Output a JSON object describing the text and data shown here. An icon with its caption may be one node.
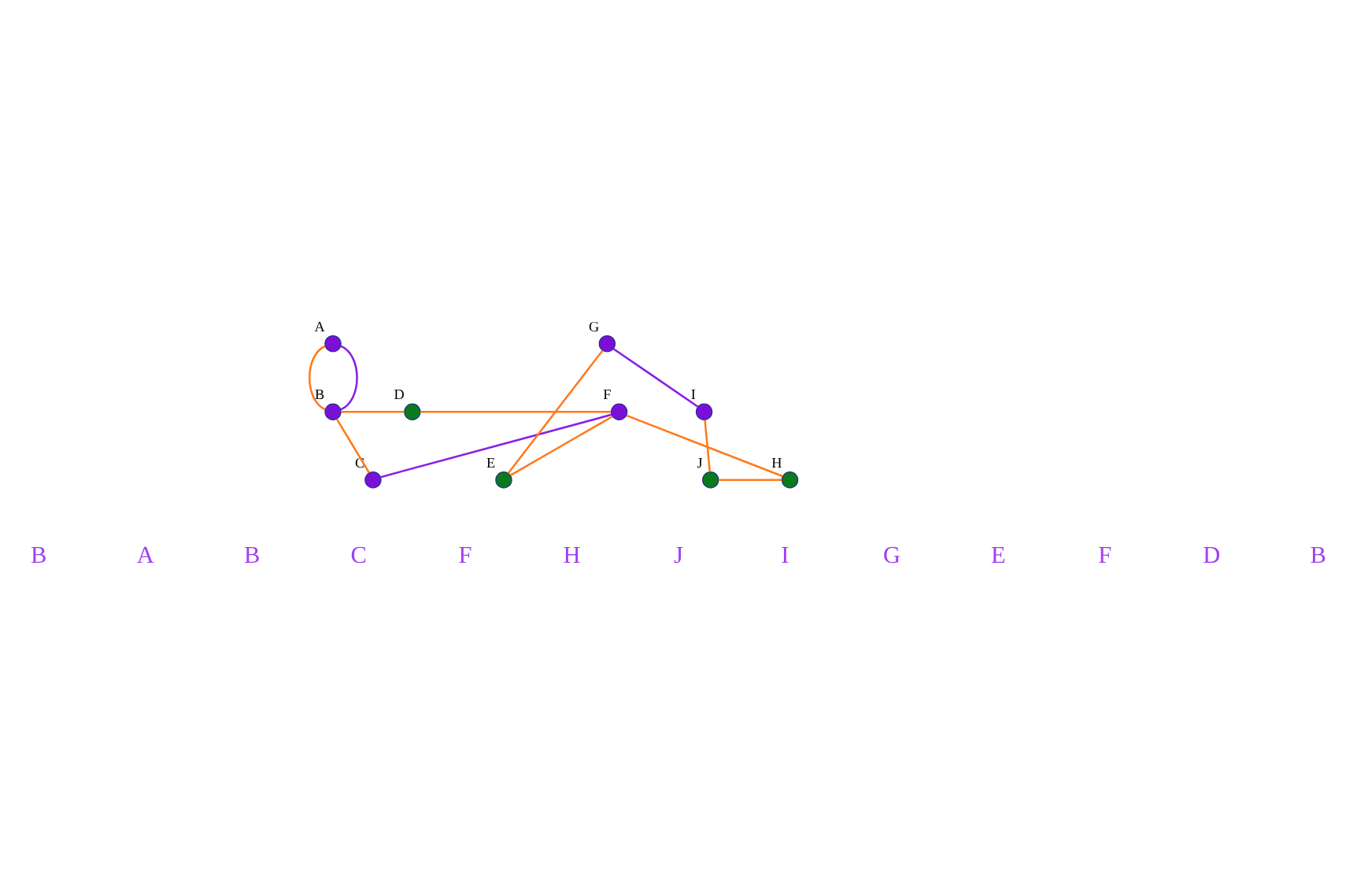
{
  "diagram": {
    "nodes": [
      {
        "text": [],
        "shape": "circle",
        "beside": [
          "A"
        ]
      },
      {
        "text": [],
        "shape": "circle",
        "beside": [
          "B"
        ]
      },
      {
        "text": [],
        "shape": "circle",
        "beside": [
          "C"
        ]
      },
      {
        "text": [],
        "shape": "circle",
        "beside": [
          "D"
        ]
      },
      {
        "text": [],
        "shape": "circle",
        "beside": [
          "E"
        ]
      },
      {
        "text": [],
        "shape": "circle",
        "beside": [
          "F"
        ]
      },
      {
        "text": [],
        "shape": "circle",
        "beside": [
          "G"
        ]
      },
      {
        "text": [],
        "shape": "circle",
        "beside": [
          "H"
        ]
      },
      {
        "text": [],
        "shape": "circle",
        "beside": [
          "I"
        ]
      },
      {
        "text": [],
        "shape": "circle",
        "beside": [
          "J"
        ]
      }
    ],
    "edges": [
      {
        "from": 0,
        "to": 1,
        "arrow": "none"
      },
      {
        "from": 0,
        "to": 1,
        "arrow": "none",
        "color": "#8a1ee6"
      },
      {
        "from": 1,
        "to": 3,
        "arrow": "none"
      },
      {
        "from": 3,
        "to": 5,
        "arrow": "none"
      },
      {
        "from": 1,
        "to": 2,
        "arrow": "none"
      },
      {
        "from": 2,
        "to": 5,
        "arrow": "none",
        "color": "#8a1ee6"
      },
      {
        "from": 5,
        "to": 4,
        "arrow": "none"
      },
      {
        "from": 4,
        "to": 6,
        "arrow": "none"
      },
      {
        "from": 6,
        "to": 8,
        "arrow": "none",
        "color": "#8a1ee6"
      },
      {
        "from": 8,
        "to": 9,
        "arrow": "none"
      },
      {
        "from": 9,
        "to": 7,
        "arrow": "none"
      },
      {
        "from": 7,
        "to": 5,
        "arrow": "none"
      }
    ],
    "labels": [
      "B",
      "A",
      "B",
      "C",
      "F",
      "H",
      "J",
      "I",
      "G",
      "E",
      "F",
      "D",
      "B"
    ]
  }
}
